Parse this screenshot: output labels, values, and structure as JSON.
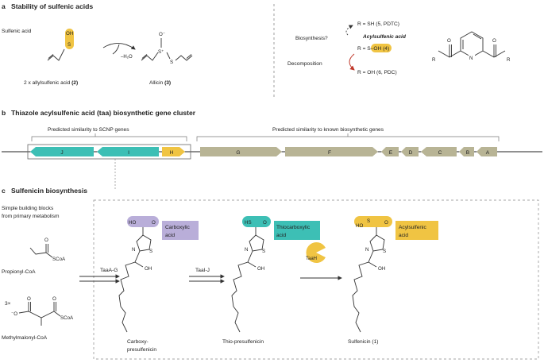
{
  "panel_a": {
    "letter": "a",
    "title": "Stability of sulfenic acids",
    "sulfenic_acid_label": "Sulfenic acid",
    "oh": "OH",
    "s": "S",
    "water_loss": "–H₂O",
    "allylsulfenic": "2 x allylsulfenic acid ",
    "allylsulfenic_num": "(2)",
    "allicin": "Allicin ",
    "allicin_num": "(3)",
    "o_minus": "O⁻",
    "s_plus": "S⁺",
    "biosynthesis": "Biosynthesis?",
    "acylsulfenic_acid": "Acylsulfenic acid",
    "r_sh": "R = SH (5, PDTC)",
    "r_soh_prefix": "R = ",
    "r_soh_group": "S–OH",
    "r_soh_suffix": " (4)",
    "decomposition": "Decomposition",
    "r_oh": "R = OH (6, PDC)",
    "pyr_r_left": "R",
    "pyr_r_right": "R",
    "pyr_n": "N",
    "pyr_o_left": "O",
    "pyr_o_right": "O"
  },
  "panel_b": {
    "letter": "b",
    "title": "Thiazole acylsulfenic acid (taa) biosynthetic gene cluster",
    "left_group_label": "Predicted similarity to SCNP genes",
    "right_group_label": "Predicted similarity to known biosynthetic genes",
    "genes": [
      "J",
      "I",
      "H",
      "G",
      "F",
      "E",
      "D",
      "C",
      "B",
      "A"
    ]
  },
  "panel_c": {
    "letter": "c",
    "title": "Sulfenicin biosynthesis",
    "intro_line1": "Simple building blocks",
    "intro_line2": "from primary metabolism",
    "propionyl": "Propionyl-CoA",
    "methylmalonyl": "Methylmalonyl-CoA",
    "times3": "3×",
    "scoa": "SCoA",
    "o": "O",
    "o_minus": "⁻O",
    "step1": "TaaA-G",
    "step2": "TaaI-J",
    "enzyme": "TaaH",
    "ho": "HO",
    "hs": "HS",
    "hos": "HO",
    "s": "S",
    "n": "N",
    "oh": "OH",
    "tag1": [
      "Carboxylic",
      "acid"
    ],
    "tag2": [
      "Thiocarboxylic",
      "acid"
    ],
    "tag3": [
      "Acylsulfenic",
      "acid"
    ],
    "name1": [
      "Carboxy-",
      "presulfenicin"
    ],
    "name2": "Thio-presulfenicin",
    "name3": "Sulfenicin (1)"
  },
  "colors": {
    "teal": "#3dbfb5",
    "olive": "#b8b495",
    "yellow": "#f0c443",
    "lavender": "#b9aed9",
    "red": "#c0392b"
  }
}
